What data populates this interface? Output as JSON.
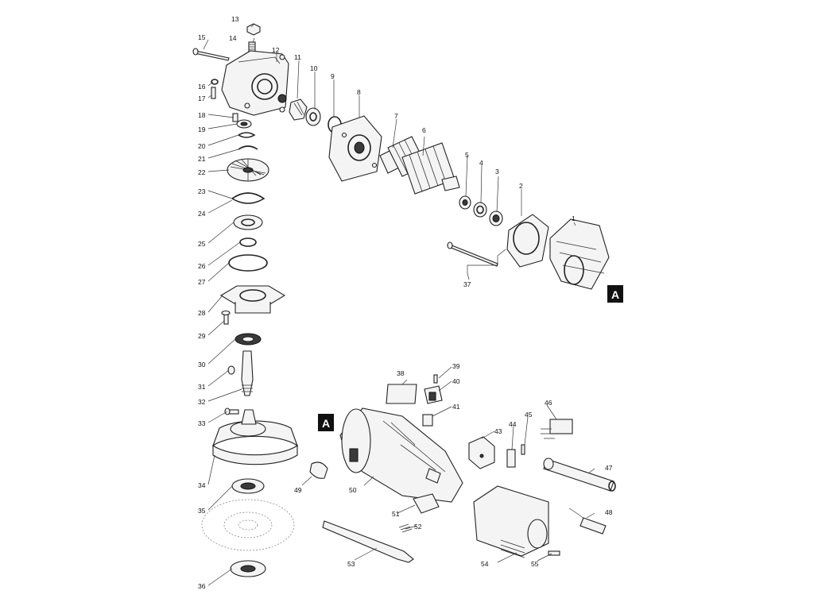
{
  "diagram": {
    "parts": [
      {
        "id": "p1",
        "label": "1"
      },
      {
        "id": "p2",
        "label": "2"
      },
      {
        "id": "p3",
        "label": "3"
      },
      {
        "id": "p4",
        "label": "4"
      },
      {
        "id": "p5",
        "label": "5"
      },
      {
        "id": "p6",
        "label": "6"
      },
      {
        "id": "p7",
        "label": "7"
      },
      {
        "id": "p8",
        "label": "8"
      },
      {
        "id": "p9",
        "label": "9"
      },
      {
        "id": "p10",
        "label": "10"
      },
      {
        "id": "p11",
        "label": "11"
      },
      {
        "id": "p12",
        "label": "12"
      },
      {
        "id": "p13",
        "label": "13"
      },
      {
        "id": "p14",
        "label": "14"
      },
      {
        "id": "p15",
        "label": "15"
      },
      {
        "id": "p16",
        "label": "16"
      },
      {
        "id": "p17",
        "label": "17"
      },
      {
        "id": "p18",
        "label": "18"
      },
      {
        "id": "p19",
        "label": "19"
      },
      {
        "id": "p20",
        "label": "20"
      },
      {
        "id": "p21",
        "label": "21"
      },
      {
        "id": "p22",
        "label": "22"
      },
      {
        "id": "p23",
        "label": "23"
      },
      {
        "id": "p24",
        "label": "24"
      },
      {
        "id": "p25",
        "label": "25"
      },
      {
        "id": "p26",
        "label": "26"
      },
      {
        "id": "p27",
        "label": "27"
      },
      {
        "id": "p28",
        "label": "28"
      },
      {
        "id": "p29",
        "label": "29"
      },
      {
        "id": "p30",
        "label": "30"
      },
      {
        "id": "p31",
        "label": "31"
      },
      {
        "id": "p32",
        "label": "32"
      },
      {
        "id": "p33",
        "label": "33"
      },
      {
        "id": "p34",
        "label": "34"
      },
      {
        "id": "p35",
        "label": "35"
      },
      {
        "id": "p36",
        "label": "36"
      },
      {
        "id": "p37",
        "label": "37"
      },
      {
        "id": "p38",
        "label": "38"
      },
      {
        "id": "p39",
        "label": "39"
      },
      {
        "id": "p40",
        "label": "40"
      },
      {
        "id": "p41",
        "label": "41"
      },
      {
        "id": "p43",
        "label": "43"
      },
      {
        "id": "p44",
        "label": "44"
      },
      {
        "id": "p45",
        "label": "45"
      },
      {
        "id": "p46",
        "label": "46"
      },
      {
        "id": "p47",
        "label": "47"
      },
      {
        "id": "p48",
        "label": "48"
      },
      {
        "id": "p49",
        "label": "49"
      },
      {
        "id": "p50",
        "label": "50"
      },
      {
        "id": "p51",
        "label": "51"
      },
      {
        "id": "p52",
        "label": "52"
      },
      {
        "id": "p53",
        "label": "53"
      },
      {
        "id": "p54",
        "label": "54"
      },
      {
        "id": "p55",
        "label": "55"
      }
    ],
    "markers": [
      {
        "id": "m1",
        "label": "A"
      },
      {
        "id": "m2",
        "label": "A"
      }
    ]
  }
}
